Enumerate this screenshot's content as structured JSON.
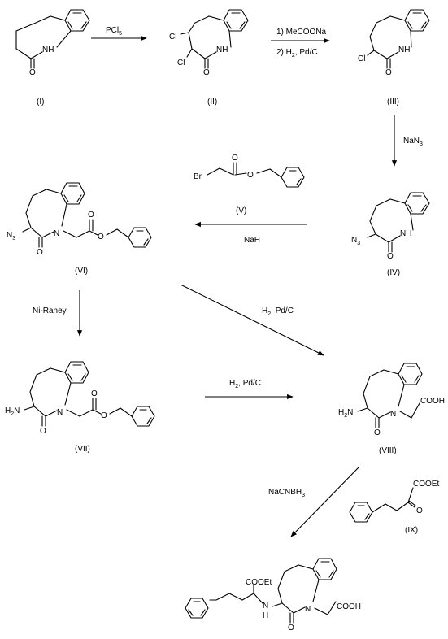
{
  "compounds": {
    "I": "(I)",
    "II": "(II)",
    "III": "(III)",
    "IV": "(IV)",
    "V": "(V)",
    "VI": "(VI)",
    "VII": "(VII)",
    "VIII": "(VIII)",
    "IX": "(IX)"
  },
  "atoms": {
    "nh": "NH",
    "n": "N",
    "o": "O",
    "cl": "Cl",
    "br": "Br",
    "n3": "N",
    "n3_sub": "3",
    "h2n": "H",
    "h2n_sub": "2",
    "h2n_n": "N",
    "hn": "N",
    "hn_h": "H",
    "cooh": "COOH",
    "cooet": "COOEt"
  },
  "reagents": {
    "step1": "PCl",
    "step1_sub": "5",
    "step2_line1": "1) MeCOONa",
    "step2_line2": "2) H",
    "step2_line2_sub": "2",
    "step2_line2_end": ", Pd/C",
    "step3": "NaN",
    "step3_sub": "3",
    "step4": "NaH",
    "step5": "Ni-Raney",
    "step6": "H",
    "step6_sub": "2",
    "step6_end": ", Pd/C",
    "step7": "H",
    "step7_sub": "2",
    "step7_end": ", Pd/C",
    "step8": "NaCNBH",
    "step8_sub": "3"
  }
}
